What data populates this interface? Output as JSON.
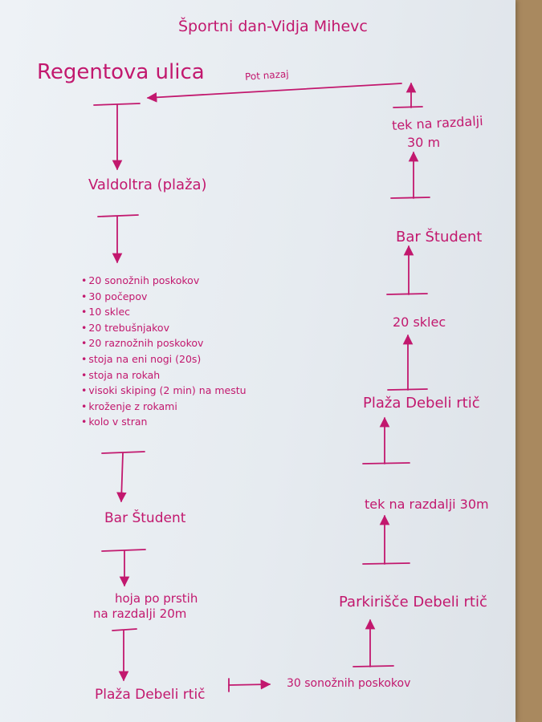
{
  "title": "Športni dan-Vidja Mihevc",
  "colors": {
    "ink": "#c2186e",
    "paper": "#e9eef3",
    "table": "#a9895f"
  },
  "left_route": {
    "start": "Regentova ulica",
    "stop_1": "Valdoltra (plaža)",
    "exercises": [
      "20 sonožnih poskokov",
      "30 počepov",
      "10 sklec",
      "20 trebušnjakov",
      "20 raznožnih poskokov",
      "stoja na eni nogi (20s)",
      "stoja na rokah",
      "visoki skiping (2 min) na mestu",
      "kroženje z rokami",
      "kolo v stran"
    ],
    "stop_2": "Bar Študent",
    "stop_3_line1": "hoja po prstih",
    "stop_3_line2": "na razdalji 20m",
    "stop_4": "Plaža Debeli rtič"
  },
  "bottom": {
    "end_text": "30 sonožnih poskokov"
  },
  "right_route": {
    "step_1_line1": "tek na razdalji",
    "step_1_line2": "30 m",
    "step_2": "Bar Študent",
    "step_3": "20 sklec",
    "step_4": "Plaža Debeli rtič",
    "step_5": "tek na razdalji 30m",
    "step_6": "Parkirišče Debeli rtič"
  },
  "back_label": "Pot nazaj"
}
